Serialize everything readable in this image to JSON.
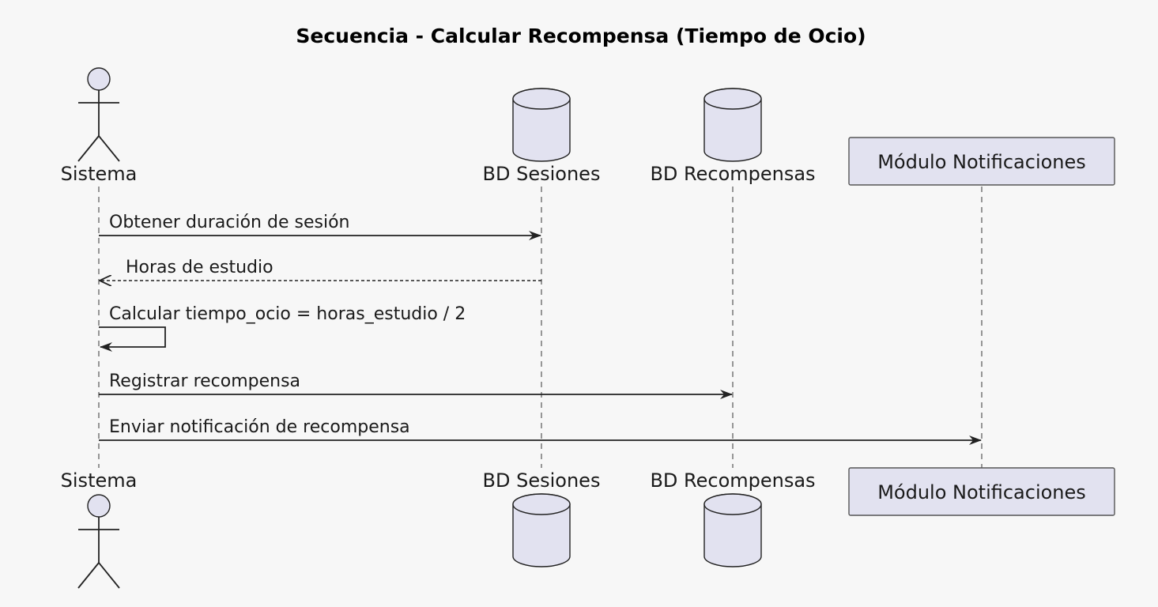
{
  "diagram": {
    "title": "Secuencia - Calcular Recompensa (Tiempo de Ocio)",
    "participants": [
      {
        "id": "sistema",
        "label": "Sistema",
        "kind": "actor"
      },
      {
        "id": "bd_sesiones",
        "label": "BD Sesiones",
        "kind": "database"
      },
      {
        "id": "bd_recompensas",
        "label": "BD Recompensas",
        "kind": "database"
      },
      {
        "id": "modulo_notificaciones",
        "label": "Módulo Notificaciones",
        "kind": "participant"
      }
    ],
    "messages": [
      {
        "from": "sistema",
        "to": "bd_sesiones",
        "label": "Obtener duración de sesión",
        "style": "solid"
      },
      {
        "from": "bd_sesiones",
        "to": "sistema",
        "label": "Horas de estudio",
        "style": "dashed"
      },
      {
        "from": "sistema",
        "to": "sistema",
        "label": "Calcular tiempo_ocio = horas_estudio / 2",
        "style": "self"
      },
      {
        "from": "sistema",
        "to": "bd_recompensas",
        "label": "Registrar recompensa",
        "style": "solid"
      },
      {
        "from": "sistema",
        "to": "modulo_notificaciones",
        "label": "Enviar notificación de recompensa",
        "style": "solid"
      }
    ],
    "colors": {
      "participant_fill": "#e2e2f0",
      "line": "#222222",
      "background": "#f7f7f7"
    }
  }
}
